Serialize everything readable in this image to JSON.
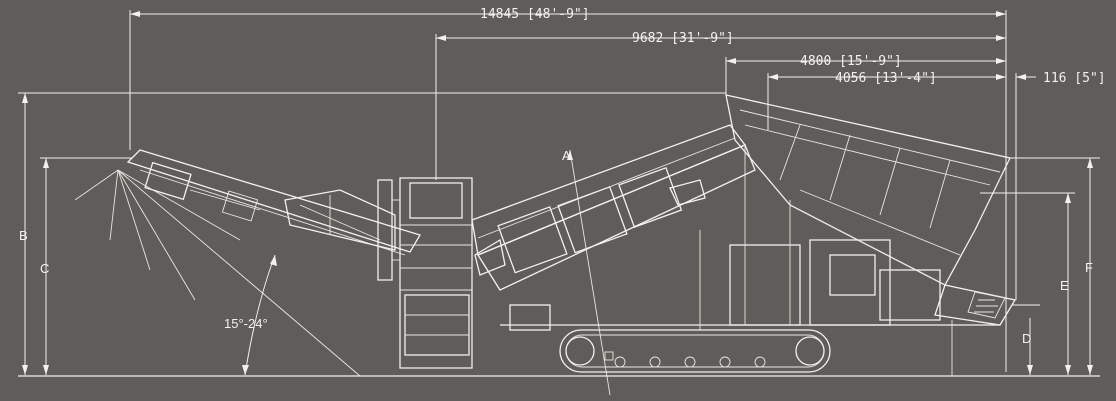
{
  "dimensions": {
    "overall_length": "14845 [48'-9\"]",
    "length_2": "9682 [31'-9\"]",
    "length_3": "4800 [15'-9\"]",
    "length_4": "4056 [13'-4\"]",
    "offset": "116 [5\"]"
  },
  "angle_label": "15°-24°",
  "height_labels": {
    "b": "B",
    "c": "C",
    "e": "E",
    "f": "F",
    "d": "D",
    "a": "A"
  },
  "colors": {
    "background": "#605c59",
    "line": "#f2f1ee"
  }
}
